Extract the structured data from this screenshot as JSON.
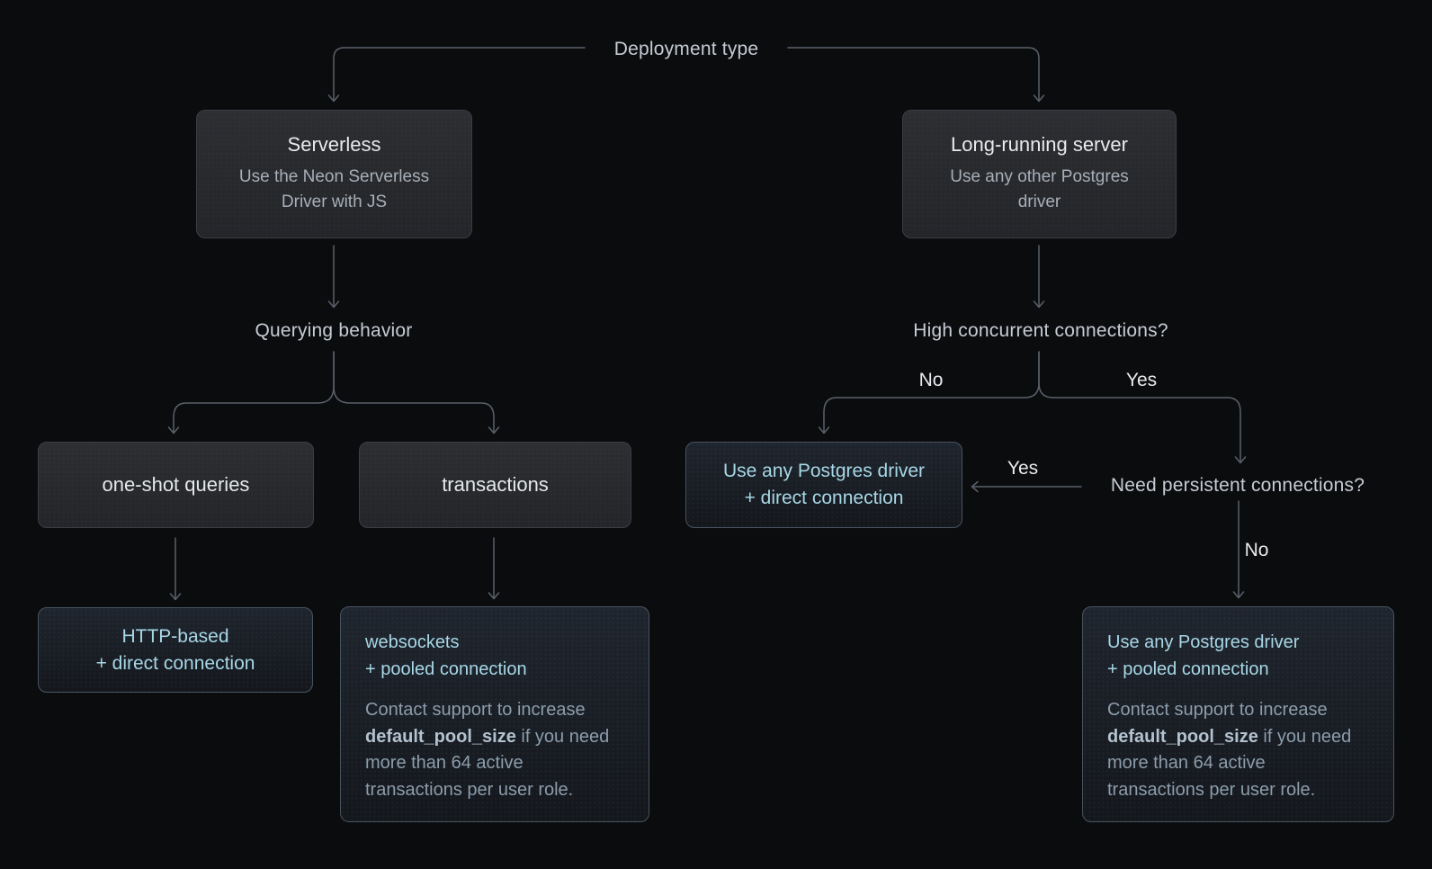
{
  "colors": {
    "background": "#0b0c0e",
    "connector": "#5a616a",
    "plain_box_border": "#3b3e44",
    "plain_box_fill": "#26282c",
    "result_box_border": "#48545f",
    "result_box_fill": "#191e25",
    "heading_text": "#c6ccd4",
    "title_text": "#e8eaed",
    "subtitle_text": "#a8afb8",
    "accent_text": "#a7d7e6",
    "note_text": "#8c9dac",
    "note_bold_text": "#b3c2cf",
    "branch_label_text": "#e7eaec"
  },
  "labels": {
    "deployment_type": "Deployment type",
    "querying_behavior": "Querying behavior",
    "high_concurrent": "High concurrent connections?",
    "need_persistent": "Need persistent connections?"
  },
  "branch_labels": {
    "high_no": "No",
    "high_yes": "Yes",
    "persistent_yes": "Yes",
    "persistent_no": "No"
  },
  "nodes": {
    "serverless": {
      "title": "Serverless",
      "subtitle": "Use the Neon Serverless Driver with JS"
    },
    "long_running": {
      "title": "Long-running server",
      "subtitle": "Use any other Postgres driver"
    },
    "one_shot": {
      "label": "one-shot queries"
    },
    "transactions": {
      "label": "transactions"
    },
    "any_driver_direct": {
      "line1": "Use any Postgres driver",
      "line2": "+ direct connection"
    },
    "http_direct": {
      "line1": "HTTP-based",
      "line2": "+ direct connection"
    },
    "websockets_pooled": {
      "line1": "websockets",
      "line2": "+ pooled connection",
      "note_pre": "Contact support to increase ",
      "note_bold": "default_pool_size",
      "note_post": " if you need more than 64 active transactions per user role."
    },
    "any_driver_pooled": {
      "line1": "Use any Postgres driver",
      "line2": "+ pooled connection",
      "note_pre": "Contact support to increase ",
      "note_bold": "default_pool_size",
      "note_post": " if you need more than 64 active transactions per user role."
    }
  }
}
